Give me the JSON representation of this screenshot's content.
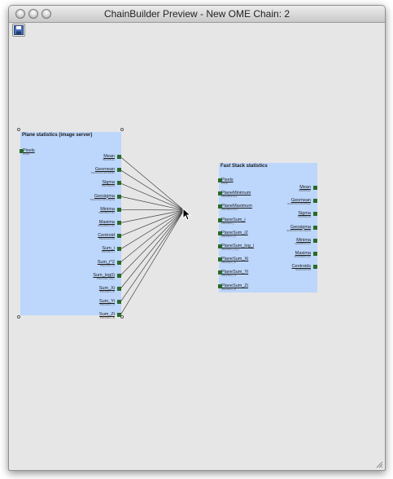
{
  "window": {
    "title": "ChainBuilder Preview - New OME Chain: 2"
  },
  "toolbar": {
    "save_icon": "floppy-disk-icon"
  },
  "modules": {
    "plane_stats": {
      "title": "Plane statistics (image server)",
      "inputs": [
        {
          "label": "Pixels",
          "sub": "Pixels"
        }
      ],
      "outputs": [
        {
          "label": "Mean",
          "sub": "PlaneMean"
        },
        {
          "label": "Geomean",
          "sub": "PlaneGeometricMean"
        },
        {
          "label": "Sigma",
          "sub": "PlaneSigma"
        },
        {
          "label": "Geosigma",
          "sub": "PlaneGeometricSigma"
        },
        {
          "label": "Minima",
          "sub": "PlaneMinimum"
        },
        {
          "label": "Maxima",
          "sub": "PlaneMaximum"
        },
        {
          "label": "Centroid",
          "sub": "PlaneCentroid"
        },
        {
          "label": "Sum_i",
          "sub": "PlaneSum_i"
        },
        {
          "label": "Sum_i^2",
          "sub": "PlaneSum_i2"
        },
        {
          "label": "Sum_log(i)",
          "sub": "PlaneSum_log_i"
        },
        {
          "label": "Sum_Xi",
          "sub": "PlaneSum_Xi"
        },
        {
          "label": "Sum_Yi",
          "sub": "PlaneSum_Yi"
        },
        {
          "label": "Sum_Zi",
          "sub": "PlaneSum_Zi"
        }
      ]
    },
    "fast_stack": {
      "title": "Fast Stack statistics",
      "inputs": [
        {
          "label": "Pixels",
          "sub": "Pixels"
        },
        {
          "label": "PlaneMinimum",
          "sub": "PlaneMinimum"
        },
        {
          "label": "PlaneMaximum",
          "sub": "PlaneMaximum"
        },
        {
          "label": "PlaneSum_i",
          "sub": "PlaneSum_i"
        },
        {
          "label": "PlaneSum_i2",
          "sub": "PlaneSum_i2"
        },
        {
          "label": "PlaneSum_log_i",
          "sub": "PlaneSum_log_i"
        },
        {
          "label": "PlaneSum_Xi",
          "sub": "PlaneSum_Xi"
        },
        {
          "label": "PlaneSum_Yi",
          "sub": "PlaneSum_Yi"
        },
        {
          "label": "PlaneSum_Zi",
          "sub": "PlaneSum_Zi"
        }
      ],
      "outputs": [
        {
          "label": "Mean",
          "sub": "StackMean"
        },
        {
          "label": "Geomean",
          "sub": "StackGeometricMean"
        },
        {
          "label": "Sigma",
          "sub": "StackSigma"
        },
        {
          "label": "Geosigma",
          "sub": "StackGeometricSigma"
        },
        {
          "label": "Minima",
          "sub": "StackMinimum"
        },
        {
          "label": "Maxima",
          "sub": "StackMaximum"
        },
        {
          "label": "Centroids",
          "sub": "StackCentroid"
        }
      ]
    }
  },
  "colors": {
    "module_fill": "#bcd6fc",
    "port": "#2a6a2a",
    "link_line": "#444444"
  }
}
